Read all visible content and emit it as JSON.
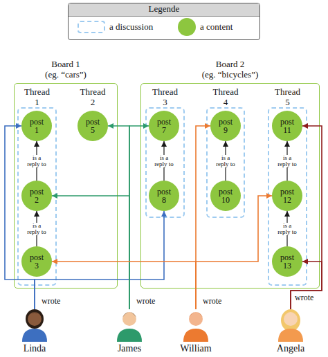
{
  "diagram": {
    "nodes": [
      {
        "text": [
          "Board 1",
          "(eg. “cars”)"
        ]
      },
      {
        "text": [
          "Thread 1"
        ],
        "in": 0
      },
      {
        "text": [
          "post 1"
        ],
        "in": 1
      },
      {
        "text": [
          "post 2"
        ],
        "in": 1
      },
      {
        "text": [
          "post 3"
        ],
        "in": 1
      },
      {
        "text": [
          "post 5"
        ],
        "in": 0
      },
      {
        "text": [
          "Board 2",
          "(eg. “bicycles”)"
        ]
      },
      {
        "text": [
          "Thread 3"
        ],
        "in": 6
      },
      {
        "text": [
          "post 7"
        ],
        "in": 7
      },
      {
        "text": [
          "post 8"
        ],
        "in": 7
      },
      {
        "text": [
          "Thread 4"
        ],
        "in": 6
      },
      {
        "text": [
          "post 9"
        ],
        "in": 10
      },
      {
        "text": [
          "post 10"
        ],
        "in": 10
      },
      {
        "text": [
          "Thread 5"
        ],
        "in": 6
      },
      {
        "text": [
          "post 11"
        ],
        "in": 13
      },
      {
        "text": [
          "post 12"
        ],
        "in": 13
      },
      {
        "text": [
          "post 13"
        ],
        "in": 13
      },
      {
        "text": [
          "Linda"
        ]
      },
      {
        "text": [
          "James"
        ]
      },
      {
        "text": [
          "William"
        ]
      },
      {
        "text": [
          "Angela"
        ]
      }
    ],
    "edges": [
      {
        "from": 3,
        "to": 2,
        "label": "is a reply to",
        "arrow": "to"
      },
      {
        "from": 4,
        "to": 3,
        "label": "is a reply to",
        "arrow": "to"
      },
      {
        "from": 9,
        "to": 8,
        "label": "is a reply to",
        "arrow": "to"
      },
      {
        "from": 12,
        "to": 11,
        "label": "is a reply to",
        "arrow": "to"
      },
      {
        "from": 15,
        "to": 14,
        "label": "is a reply to",
        "arrow": "to"
      },
      {
        "from": 16,
        "to": 15,
        "label": "is a reply to",
        "arrow": "to"
      },
      {
        "from": 17,
        "to": 2,
        "label": "wrote",
        "arrow": "to"
      },
      {
        "from": 17,
        "to": 9,
        "arrow": "to"
      },
      {
        "from": 18,
        "to": 5,
        "label": "wrote",
        "arrow": "to"
      },
      {
        "from": 18,
        "to": 8,
        "arrow": "to"
      },
      {
        "from": 18,
        "to": 3,
        "arrow": "to"
      },
      {
        "from": 19,
        "to": 11,
        "label": "wrote",
        "arrow": "to"
      },
      {
        "from": 19,
        "to": 15,
        "arrow": "to"
      },
      {
        "from": 19,
        "to": 4,
        "arrow": "to"
      },
      {
        "from": 20,
        "to": 14,
        "label": "wrote",
        "arrow": "to"
      },
      {
        "from": 20,
        "to": 16,
        "arrow": "to"
      }
    ],
    "labels": [
      "Legende",
      "Thread 2"
    ],
    "legend": [
      {
        "text": "a discussion"
      },
      {
        "text": "a content",
        "color": "#8dc63f"
      }
    ]
  }
}
